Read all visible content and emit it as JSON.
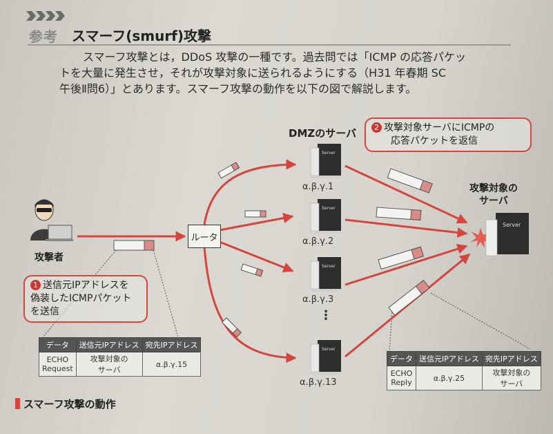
{
  "header": {
    "tag": "参考",
    "title": "スマーフ(smurf)攻撃"
  },
  "intro": {
    "line1": "スマーフ攻撃とは，DDoS 攻撃の一種です。過去問では「ICMP の応答パケッ",
    "line2": "トを大量に発生させ，それが攻撃対象に送られるようにする（H31 年春期 SC",
    "line3": "午後Ⅱ問6）」とあります。スマーフ攻撃の動作を以下の図で解説します。"
  },
  "diagram": {
    "attacker_label": "攻撃者",
    "router_label": "ルータ",
    "dmz_label": "DMZのサーバ",
    "target_label_line1": "攻撃対象の",
    "target_label_line2": "サーバ",
    "server_text": "Server",
    "servers": [
      {
        "ip": "α.β.γ.1"
      },
      {
        "ip": "α.β.γ.2"
      },
      {
        "ip": "α.β.γ.3"
      },
      {
        "ip": "α.β.γ.13"
      }
    ],
    "ellipsis": "⋮",
    "callout1": {
      "number": "1",
      "line1": "送信元IPアドレスを",
      "line2": "偽装したICMPパケット",
      "line3": "を送信"
    },
    "callout2": {
      "number": "2",
      "line1": "攻撃対象サーバにICMPの",
      "line2": "応答パケットを返信"
    },
    "request_table": {
      "headers": [
        "データ",
        "送信元IPアドレス",
        "宛先IPアドレス"
      ],
      "data_line1": "ECHO",
      "data_line2": "Request",
      "src_line1": "攻撃対象の",
      "src_line2": "サーバ",
      "dst": "α.β.γ.15"
    },
    "reply_table": {
      "headers": [
        "データ",
        "送信元IPアドレス",
        "宛先IPアドレス"
      ],
      "data_line1": "ECHO",
      "data_line2": "Reply",
      "src": "α.β.γ.25",
      "dst_line1": "攻撃対象の",
      "dst_line2": "サーバ"
    }
  },
  "caption": "スマーフ攻撃の動作",
  "colors": {
    "accent": "#d6453d",
    "server": "#2e2e2e"
  }
}
